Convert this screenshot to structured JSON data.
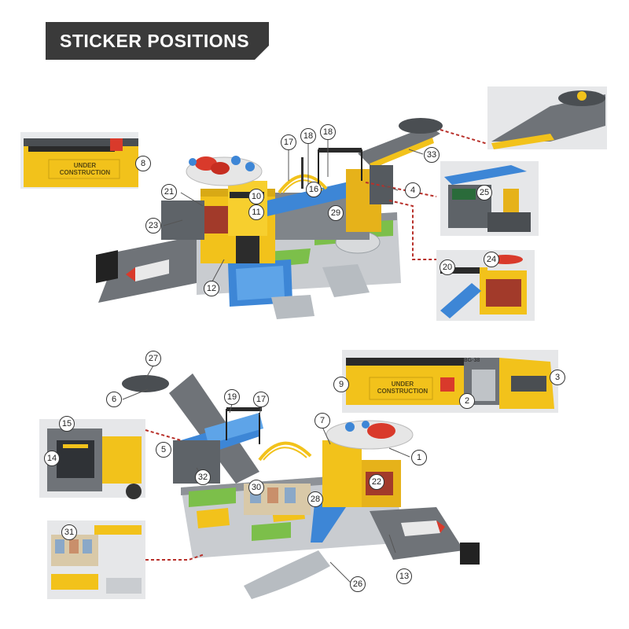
{
  "title": "STICKER POSITIONS",
  "callouts": {
    "c1": "1",
    "c2": "2",
    "c3": "3",
    "c4": "4",
    "c5": "5",
    "c6": "6",
    "c7": "7",
    "c8": "8",
    "c9": "9",
    "c10": "10",
    "c11": "11",
    "c12": "12",
    "c13": "13",
    "c14": "14",
    "c15": "15",
    "c16": "16",
    "c17a": "17",
    "c17b": "17",
    "c18a": "18",
    "c18b": "18",
    "c19": "19",
    "c20": "20",
    "c21": "21",
    "c22": "22",
    "c23": "23",
    "c24": "24",
    "c25": "25",
    "c26": "26",
    "c27": "27",
    "c28": "28",
    "c29": "29",
    "c30": "30",
    "c31": "31",
    "c32": "32",
    "c33": "33"
  },
  "sticker_text": {
    "under_construction_top": "UNDER CONSTRUCTION",
    "under_construction_right": "UNDER CONSTRUCTION",
    "plate_code": "BG-38"
  },
  "colors": {
    "title_bg": "#3a3a3a",
    "toy_yellow": "#f2c21b",
    "toy_gray": "#6f7378",
    "toy_blue": "#3d86d6",
    "toy_red": "#d93a2b",
    "leader_line": "#b8302a"
  }
}
